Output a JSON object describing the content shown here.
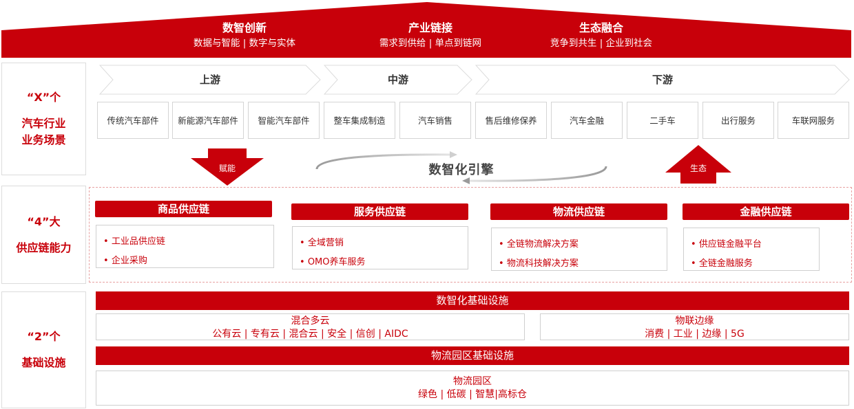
{
  "roof": [
    {
      "title": "数智创新",
      "subtitle": "数据与智能 | 数字与实体"
    },
    {
      "title": "产业链接",
      "subtitle": "需求到供给 | 单点到链网"
    },
    {
      "title": "生态融合",
      "subtitle": "竞争到共生 | 企业到社会"
    }
  ],
  "left": {
    "x": {
      "quote": "“X”个",
      "label1": "汽车行业",
      "label2": "业务场景"
    },
    "four": {
      "quote": "“4”大",
      "label1": "供应链能力"
    },
    "two": {
      "quote": "“2”个",
      "label1": "基础设施"
    }
  },
  "stages": [
    "上游",
    "中游",
    "下游"
  ],
  "scenes": [
    "传统汽车部件",
    "新能源汽车部件",
    "智能汽车部件",
    "整车集成制造",
    "汽车销售",
    "售后维修保养",
    "汽车金融",
    "二手车",
    "出行服务",
    "车联网服务"
  ],
  "engine": {
    "label": "数智化引擎",
    "down_label": "赋能",
    "up_label": "生态"
  },
  "supply_chains": [
    {
      "title": "商品供应链",
      "items": [
        "工业品供应链",
        "企业采购"
      ]
    },
    {
      "title": "服务供应链",
      "items": [
        "全域营销",
        "OMO养车服务"
      ]
    },
    {
      "title": "物流供应链",
      "items": [
        "全链物流解决方案",
        "物流科技解决方案"
      ]
    },
    {
      "title": "金融供应链",
      "items": [
        "供应链金融平台",
        "全链金融服务"
      ]
    }
  ],
  "infra": {
    "digital_title": "数智化基础设施",
    "cloud_title": "混合多云",
    "cloud_items": "公有云 | 专有云 | 混合云 | 安全 | 信创 | AIDC",
    "iot_title": "物联边缘",
    "iot_items": "消费 | 工业 | 边缘 | 5G",
    "park_bar": "物流园区基础设施",
    "park_title": "物流园区",
    "park_items": "绿色 | 低碳 | 智慧|高标仓"
  },
  "colors": {
    "accent": "#c8000a",
    "border": "#d4d4d4"
  }
}
